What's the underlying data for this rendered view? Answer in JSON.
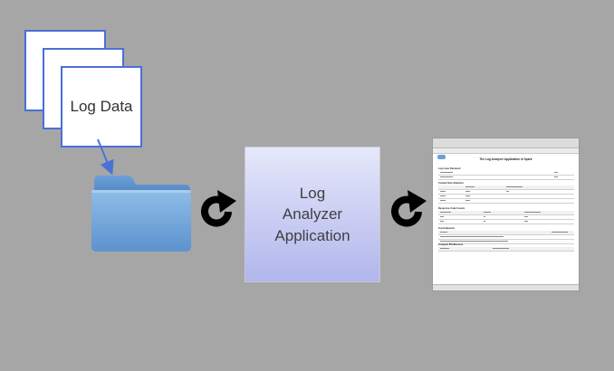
{
  "log_data": {
    "label": "Log Data"
  },
  "app_box": {
    "label": "Log\nAnalyzer\nApplication"
  },
  "browser": {
    "title": "The Log Analyzer Application in Spark",
    "sections": [
      "Log Lines Received",
      "Content Size Statistics",
      "Response Code Counts",
      "Top Endpoints",
      "Frequent IPAddresses"
    ]
  },
  "icons": {
    "folder": "folder-icon",
    "refresh": "refresh-icon",
    "arrow": "arrow-down-right-icon"
  },
  "colors": {
    "background": "#a6a6a6",
    "doc_border": "#4a6fd8",
    "app_box_top": "#e6e8fa",
    "app_box_bottom": "#b1b6ec",
    "folder": "#6ea0d8",
    "arrow": "#4a72d8"
  }
}
